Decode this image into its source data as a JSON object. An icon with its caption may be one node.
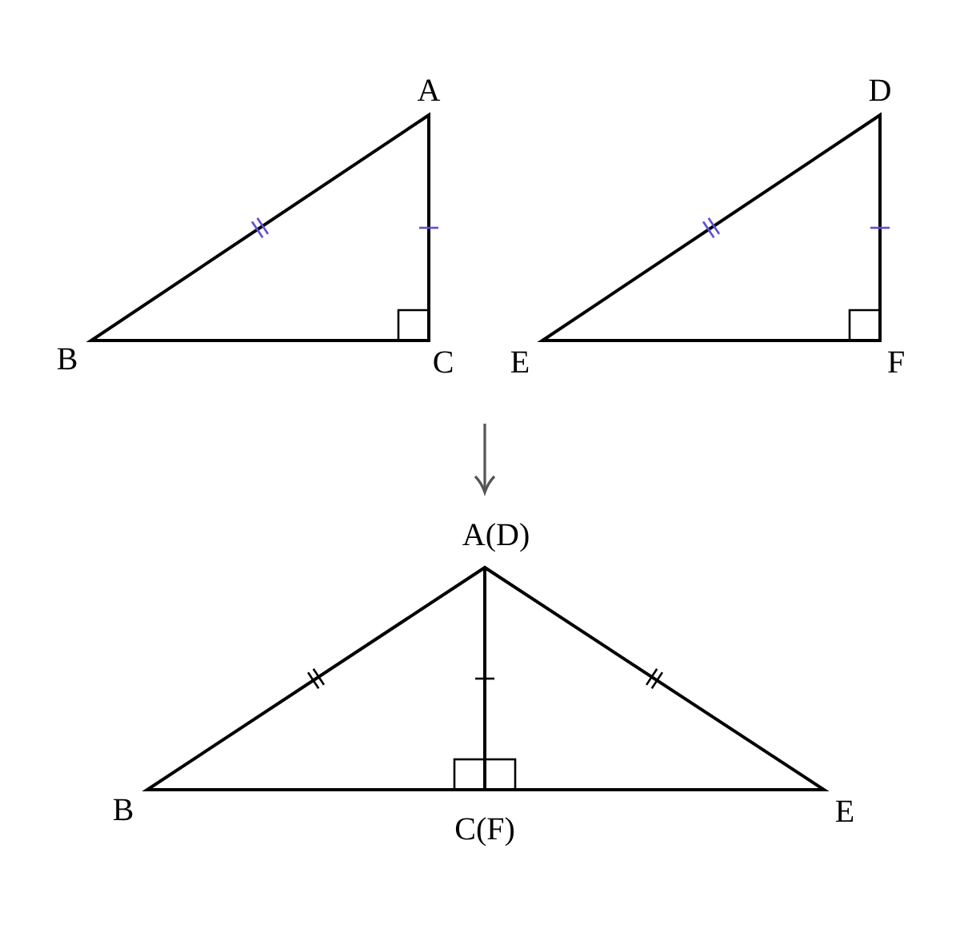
{
  "diagram": {
    "labels": [
      "A",
      "D",
      "B",
      "C",
      "E",
      "F",
      "A(D)",
      "B",
      "E",
      "C(F)"
    ]
  }
}
